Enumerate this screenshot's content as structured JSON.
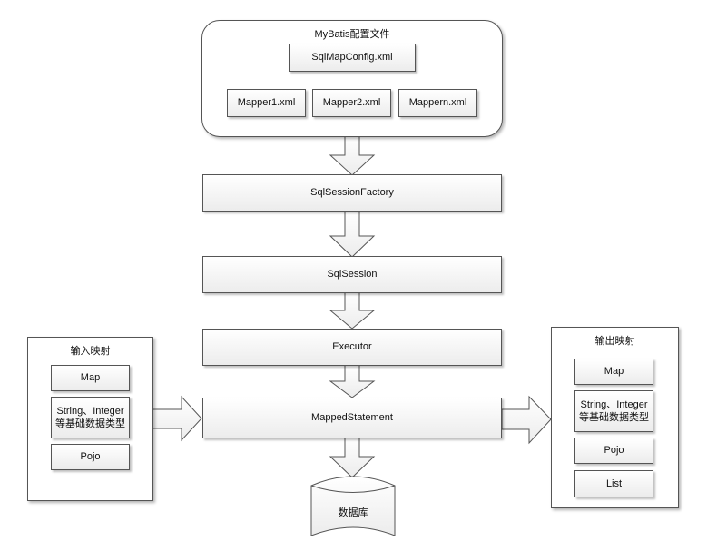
{
  "config": {
    "title": "MyBatis配置文件",
    "main_file": "SqlMapConfig.xml",
    "mappers": [
      "Mapper1.xml",
      "Mapper2.xml",
      "Mappern.xml"
    ]
  },
  "flow": {
    "factory": "SqlSessionFactory",
    "session": "SqlSession",
    "executor": "Executor",
    "mapped_statement": "MappedStatement",
    "database": "数据库"
  },
  "input_mapping": {
    "title": "输入映射",
    "items": [
      "Map",
      "String、Integer等基础数据类型",
      "Pojo"
    ]
  },
  "output_mapping": {
    "title": "输出映射",
    "items": [
      "Map",
      "String、Integer等基础数据类型",
      "Pojo",
      "List"
    ]
  }
}
